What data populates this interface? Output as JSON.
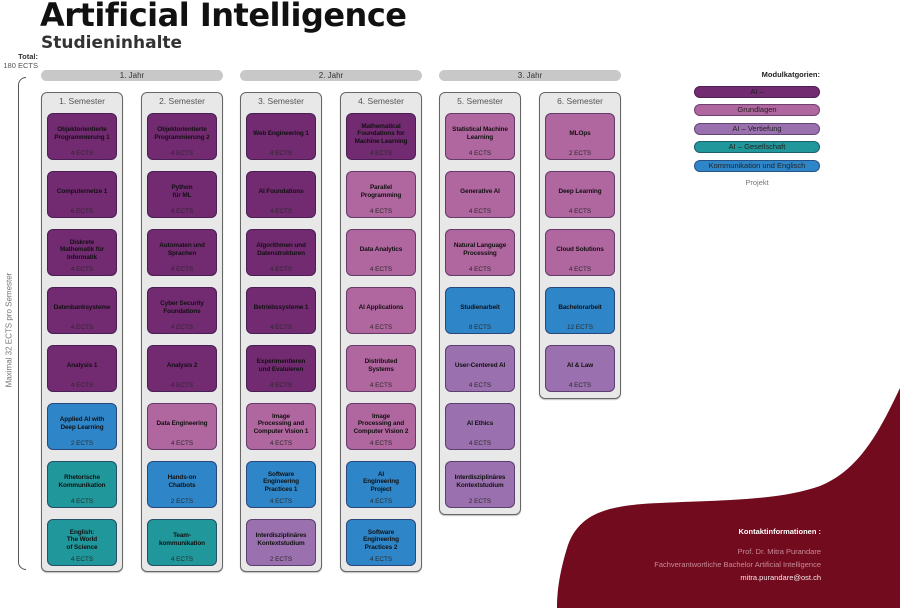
{
  "header": {
    "title": "Artificial Intelligence",
    "subtitle": "Studieninhalte"
  },
  "total": {
    "label": "Total:",
    "value": "180 ECTS"
  },
  "side_label": "Maximal 32 ECTS pro Semester",
  "colors": {
    "ai_core": "#722a71",
    "grundlagen": "#b0669e",
    "vertiefung": "#9a70ae",
    "gesellschaft": "#20979b",
    "kommunikation": "#2e86c9",
    "year_bar": "#c8c8c8",
    "semester_bg": "#e8e8e8",
    "contact_bg": "#720b1d"
  },
  "years": [
    {
      "label": "1. Jahr"
    },
    {
      "label": "2. Jahr"
    },
    {
      "label": "3. Jahr"
    }
  ],
  "semesters": [
    {
      "title": "1. Semester",
      "modules": [
        {
          "name": "Objektorientierte\nProgrammierung 1",
          "ects": "4 ECTS",
          "category": "ai_core"
        },
        {
          "name": "Computernetze 1",
          "ects": "6 ECTS",
          "category": "ai_core"
        },
        {
          "name": "Diskrete\nMathematik für\nInformatik",
          "ects": "4 ECTS",
          "category": "ai_core"
        },
        {
          "name": "Datenbanksysteme",
          "ects": "4 ECTS",
          "category": "ai_core"
        },
        {
          "name": "Analysis 1",
          "ects": "4 ECTS",
          "category": "ai_core"
        },
        {
          "name": "Applied AI with\nDeep Learning",
          "ects": "2 ECTS",
          "category": "kommunikation"
        },
        {
          "name": "Rhetorische\nKommunikation",
          "ects": "4 ECTS",
          "category": "gesellschaft"
        },
        {
          "name": "English:\nThe World\nof Science",
          "ects": "4 ECTS",
          "category": "gesellschaft"
        }
      ]
    },
    {
      "title": "2. Semester",
      "modules": [
        {
          "name": "Objektorientierte\nProgrammierung 2",
          "ects": "4 ECTS",
          "category": "ai_core"
        },
        {
          "name": "Python\nfür ML",
          "ects": "4 ECTS",
          "category": "ai_core"
        },
        {
          "name": "Automaten und\nSprachen",
          "ects": "4 ECTS",
          "category": "ai_core"
        },
        {
          "name": "Cyber Security\nFoundations",
          "ects": "4 ECTS",
          "category": "ai_core"
        },
        {
          "name": "Analysis 2",
          "ects": "4 ECTS",
          "category": "ai_core"
        },
        {
          "name": "Data Engineering",
          "ects": "4 ECTS",
          "category": "grundlagen"
        },
        {
          "name": "Hands-on\nChatbots",
          "ects": "2 ECTS",
          "category": "kommunikation"
        },
        {
          "name": "Team-\nkommunikation",
          "ects": "4 ECTS",
          "category": "gesellschaft"
        }
      ]
    },
    {
      "title": "3. Semester",
      "modules": [
        {
          "name": "Web Engineering 1",
          "ects": "4 ECTS",
          "category": "ai_core"
        },
        {
          "name": "AI Foundations",
          "ects": "4 ECTS",
          "category": "ai_core"
        },
        {
          "name": "Algorithmen und\nDatenstrukturen",
          "ects": "4 ECTS",
          "category": "ai_core"
        },
        {
          "name": "Betriebssysteme 1",
          "ects": "4 ECTS",
          "category": "ai_core"
        },
        {
          "name": "Experimentieren\nund Evaluieren",
          "ects": "4 ECTS",
          "category": "ai_core"
        },
        {
          "name": "Image\nProcessing and\nComputer Vision 1",
          "ects": "4 ECTS",
          "category": "grundlagen"
        },
        {
          "name": "Software\nEngineering\nPractices 1",
          "ects": "4 ECTS",
          "category": "kommunikation"
        },
        {
          "name": "Interdisziplinäres\nKontextstudium",
          "ects": "2 ECTS",
          "category": "vertiefung"
        }
      ]
    },
    {
      "title": "4. Semester",
      "modules": [
        {
          "name": "Mathematical\nFoundations for\nMachine Learning",
          "ects": "4 ECTS",
          "category": "ai_core"
        },
        {
          "name": "Parallel\nProgramming",
          "ects": "4 ECTS",
          "category": "grundlagen"
        },
        {
          "name": "Data Analytics",
          "ects": "4 ECTS",
          "category": "grundlagen"
        },
        {
          "name": "AI Applications",
          "ects": "4 ECTS",
          "category": "grundlagen"
        },
        {
          "name": "Distributed\nSystems",
          "ects": "4 ECTS",
          "category": "grundlagen"
        },
        {
          "name": "Image\nProcessing and\nComputer Vision 2",
          "ects": "4 ECTS",
          "category": "grundlagen"
        },
        {
          "name": "AI\nEngineering\nProject",
          "ects": "4 ECTS",
          "category": "kommunikation"
        },
        {
          "name": "Software\nEngineering\nPractices 2",
          "ects": "4 ECTS",
          "category": "kommunikation"
        }
      ]
    },
    {
      "title": "5. Semester",
      "modules": [
        {
          "name": "Statistical Machine\nLearning",
          "ects": "4 ECTS",
          "category": "grundlagen"
        },
        {
          "name": "Generative AI",
          "ects": "4 ECTS",
          "category": "grundlagen"
        },
        {
          "name": "Natural Language\nProcessing",
          "ects": "4 ECTS",
          "category": "grundlagen"
        },
        {
          "name": "Studienarbeit",
          "ects": "8 ECTS",
          "category": "kommunikation"
        },
        {
          "name": "User-Centered  AI",
          "ects": "4 ECTS",
          "category": "vertiefung"
        },
        {
          "name": "AI Ethics",
          "ects": "4 ECTS",
          "category": "vertiefung"
        },
        {
          "name": "Interdisziplinäres\nKontextstudium",
          "ects": "2 ECTS",
          "category": "vertiefung"
        }
      ]
    },
    {
      "title": "6. Semester",
      "modules": [
        {
          "name": "MLOps",
          "ects": "2 ECTS",
          "category": "grundlagen"
        },
        {
          "name": "Deep Learning",
          "ects": "4 ECTS",
          "category": "grundlagen"
        },
        {
          "name": "Cloud Solutions",
          "ects": "4 ECTS",
          "category": "grundlagen"
        },
        {
          "name": "Bachelorarbeit",
          "ects": "12 ECTS",
          "category": "kommunikation"
        },
        {
          "name": "AI & Law",
          "ects": "4 ECTS",
          "category": "vertiefung"
        }
      ]
    }
  ],
  "legend": {
    "title": "Modulkatgorien:",
    "items": [
      {
        "label": "AI –",
        "category": "ai_core"
      },
      {
        "label": "Grundlagen",
        "category": "grundlagen"
      },
      {
        "label": "AI – Vertiefung",
        "category": "vertiefung"
      },
      {
        "label": "AI – Gesellschaft",
        "category": "gesellschaft"
      },
      {
        "label": "Kommunikation und Englisch",
        "category": "kommunikation"
      }
    ],
    "plain_item": "Projekt"
  },
  "contact": {
    "title": "Kontaktinformationen :",
    "name": "Prof. Dr. Mitra Purandare",
    "role": "Fachverantwortliche Bachelor Artificial Intelligence",
    "email": "mitra.purandare@ost.ch"
  }
}
